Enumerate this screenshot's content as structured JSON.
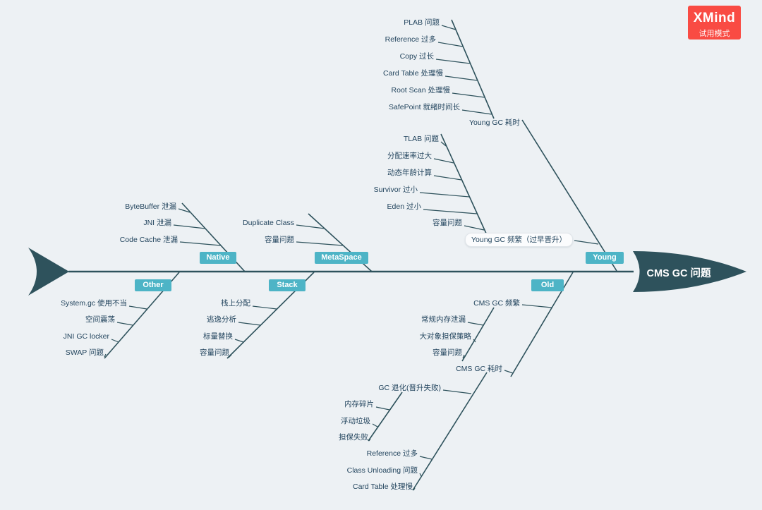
{
  "badge": {
    "brand": "XMind",
    "mode": "试用模式"
  },
  "head": {
    "title": "CMS GC 问题"
  },
  "colors": {
    "background": "#edf1f4",
    "bone": "#2e525c",
    "category_box": "#4db4c6",
    "badge": "#f94b43",
    "text": "#23455e"
  },
  "branches": {
    "young": {
      "label": "Young",
      "haoshi": {
        "label": "Young GC 耗时",
        "children": [
          "PLAB 问题",
          "Reference 过多",
          "Copy 过长",
          "Card Table 处理慢",
          "Root Scan 处理慢",
          "SafePoint 就绪时间长"
        ]
      },
      "pinfan": {
        "label": "Young GC 频繁（过早晋升）",
        "children": [
          "TLAB 问题",
          "分配速率过大",
          "动态年龄计算",
          "Survivor 过小",
          "Eden 过小",
          "容量问题"
        ]
      }
    },
    "metaspace": {
      "label": "MetaSpace",
      "children": [
        "Duplicate Class",
        "容量问题"
      ]
    },
    "native": {
      "label": "Native",
      "children": [
        "ByteBuffer 泄漏",
        "JNI 泄漏",
        "Code Cache 泄漏"
      ]
    },
    "other": {
      "label": "Other",
      "children": [
        "System.gc 使用不当",
        "空间震荡",
        "JNI GC locker",
        "SWAP 问题"
      ]
    },
    "stack": {
      "label": "Stack",
      "children": [
        "栈上分配",
        "逃逸分析",
        "标量替换",
        "容量问题"
      ]
    },
    "old": {
      "label": "Old",
      "pinfan": {
        "label": "CMS GC 频繁",
        "children": [
          "常规内存泄漏",
          "大对象担保策略",
          "容量问题"
        ]
      },
      "haoshi": {
        "label": "CMS GC 耗时",
        "tuihua": {
          "label": "GC 退化(晋升失败)",
          "children": [
            "内存碎片",
            "浮动垃圾",
            "担保失败"
          ]
        },
        "children": [
          "Reference 过多",
          "Class Unloading 问题",
          "Card Table 处理慢"
        ]
      }
    }
  }
}
